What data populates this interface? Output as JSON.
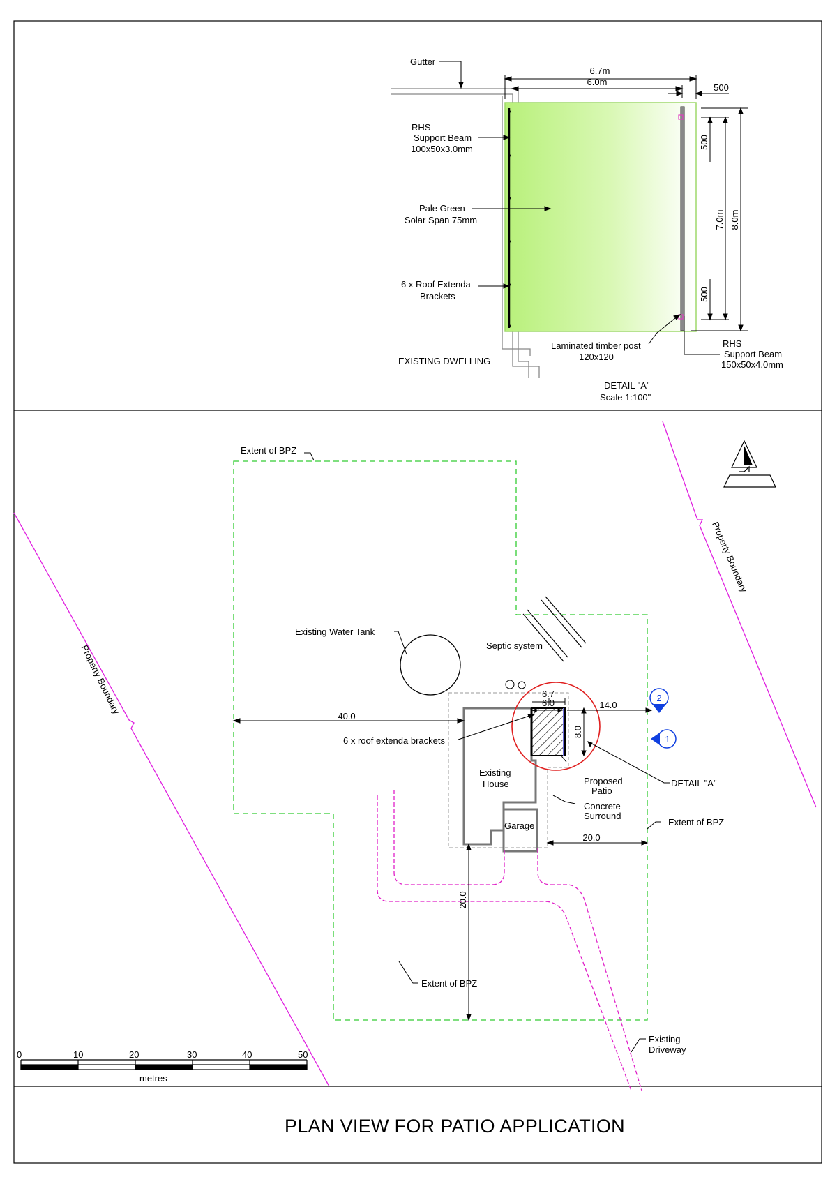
{
  "detail_a": {
    "gutter": "Gutter",
    "dim_67m": "6.7m",
    "dim_60m": "6.0m",
    "dim_500_top": "500",
    "dim_500_side_top": "500",
    "dim_500_side_bottom": "500",
    "dim_70m": "7.0m",
    "dim_80m": "8.0m",
    "rhs_left_line1": "RHS",
    "rhs_left_line2": "Support Beam",
    "rhs_left_line3": "100x50x3.0mm",
    "solar_line1": "Pale Green",
    "solar_line2": "Solar Span 75mm",
    "brackets_line1": "6 x Roof Extenda",
    "brackets_line2": "Brackets",
    "existing_dwelling": "EXISTING DWELLING",
    "post_line1": "Laminated timber post",
    "post_line2": "120x120",
    "rhs_right_line1": "RHS",
    "rhs_right_line2": "Support Beam",
    "rhs_right_line3": "150x50x4.0mm",
    "detail_title": "DETAIL \"A\"",
    "detail_scale": "Scale  1:100\"",
    "colors": {
      "roof_green": "#b8f07a",
      "roof_outline": "#9ed96a",
      "bracket_pink": "#e040c0"
    }
  },
  "site_plan": {
    "bpz_top": "Extent of BPZ",
    "bpz_right": "Extent of BPZ",
    "bpz_bottom": "Extent of BPZ",
    "property_boundary_left": "Property Boundary",
    "property_boundary_right": "Property Boundary",
    "water_tank": "Existing Water Tank",
    "septic": "Septic system",
    "dim_67": "6.7",
    "dim_60": "6.0",
    "dim_140": "14.0",
    "dim_400": "40.0",
    "dim_80": "8.0",
    "brackets": "6 x roof extenda brackets",
    "house_line1": "Existing",
    "house_line2": "House",
    "patio_line1": "Proposed",
    "patio_line2": "Patio",
    "detail_ref": "DETAIL \"A\"",
    "concrete_line1": "Concrete",
    "concrete_line2": "Surround",
    "garage": "Garage",
    "dim_200_right": "20.0",
    "dim_200_down": "20.0",
    "driveway_line1": "Existing",
    "driveway_line2": "Driveway",
    "marker_1": "1",
    "marker_2": "2",
    "scale_ticks": [
      "0",
      "10",
      "20",
      "30",
      "40",
      "50"
    ],
    "scale_unit": "metres",
    "colors": {
      "bpz_green": "#33cc33",
      "boundary_magenta": "#e020e0",
      "driveway_magenta": "#e020c8",
      "detail_red": "#e02020",
      "marker_blue": "#1040e0"
    }
  },
  "title": "PLAN VIEW FOR PATIO APPLICATION"
}
